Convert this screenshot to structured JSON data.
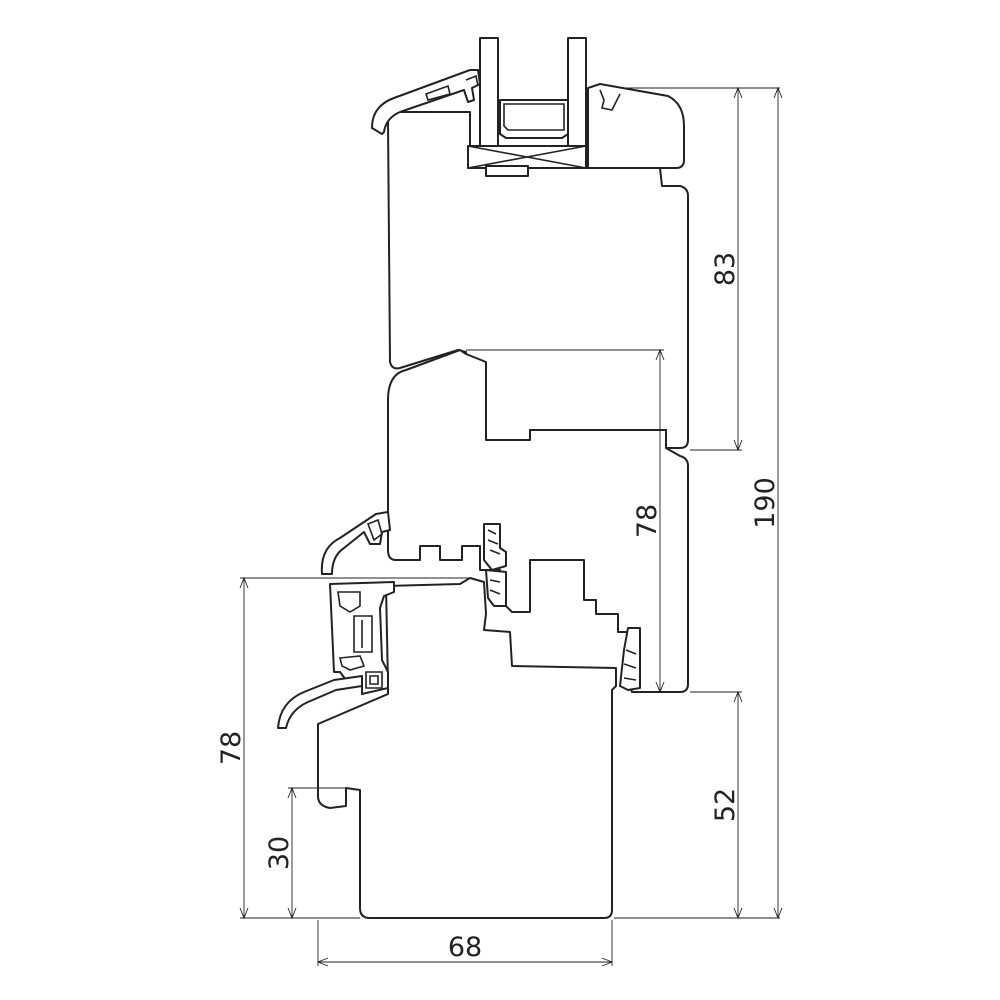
{
  "dimensions": {
    "sash_height": "83",
    "glazing_depth": "78",
    "frame_height": "78",
    "sill_depth": "30",
    "lower_height": "52",
    "overall_height": "190",
    "frame_width": "68"
  },
  "colors": {
    "line": "#222222",
    "background": "#ffffff"
  }
}
